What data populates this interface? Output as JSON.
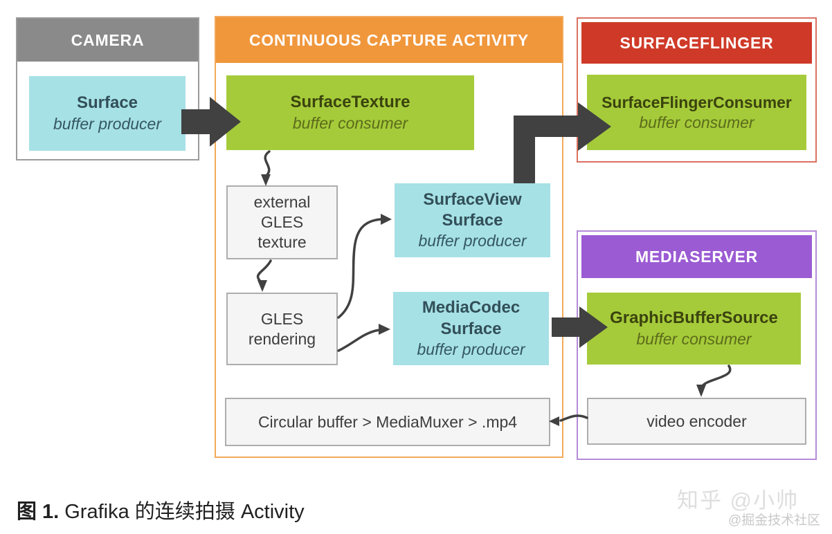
{
  "colors": {
    "camera_header": "#8a8a8a",
    "activity_header": "#f0973c",
    "surfaceflinger_header": "#cf3a28",
    "mediaserver_header": "#9b5bd3",
    "green_box": "#a5cb3a",
    "cyan_box": "#a6e1e6",
    "plain_box_bg": "#f5f5f5",
    "arrow": "#414141",
    "green_title_text": "#3b430e",
    "green_subtitle_text": "#5c6b1a",
    "cyan_title_text": "#324f58",
    "cyan_subtitle_text": "#355761",
    "plain_text": "#3d3d3d",
    "caption_text": "#202020"
  },
  "diagram": {
    "camera": {
      "header": "CAMERA",
      "surface": {
        "title": "Surface",
        "subtitle": "buffer producer"
      }
    },
    "activity": {
      "header": "CONTINUOUS CAPTURE ACTIVITY",
      "surface_texture": {
        "title": "SurfaceTexture",
        "subtitle": "buffer consumer"
      },
      "external_gles_texture": {
        "label": "external GLES texture"
      },
      "gles_rendering": {
        "label": "GLES rendering"
      },
      "surfaceview_surface": {
        "title": "SurfaceView Surface",
        "subtitle": "buffer producer"
      },
      "mediacodec_surface": {
        "title": "MediaCodec Surface",
        "subtitle": "buffer producer"
      },
      "circular_buffer": {
        "label": "Circular buffer > MediaMuxer > .mp4"
      }
    },
    "surfaceflinger": {
      "header": "SURFACEFLINGER",
      "consumer": {
        "title": "SurfaceFlingerConsumer",
        "subtitle": "buffer consumer"
      }
    },
    "mediaserver": {
      "header": "MEDIASERVER",
      "graphic_buffer_source": {
        "title": "GraphicBufferSource",
        "subtitle": "buffer consumer"
      },
      "video_encoder": {
        "label": "video encoder"
      }
    }
  },
  "caption": {
    "figure_label": "图 1.",
    "text": "Grafika 的连续拍摄 Activity"
  },
  "watermarks": {
    "zhihu": "知乎 @小帅",
    "juejin": "@掘金技术社区"
  }
}
